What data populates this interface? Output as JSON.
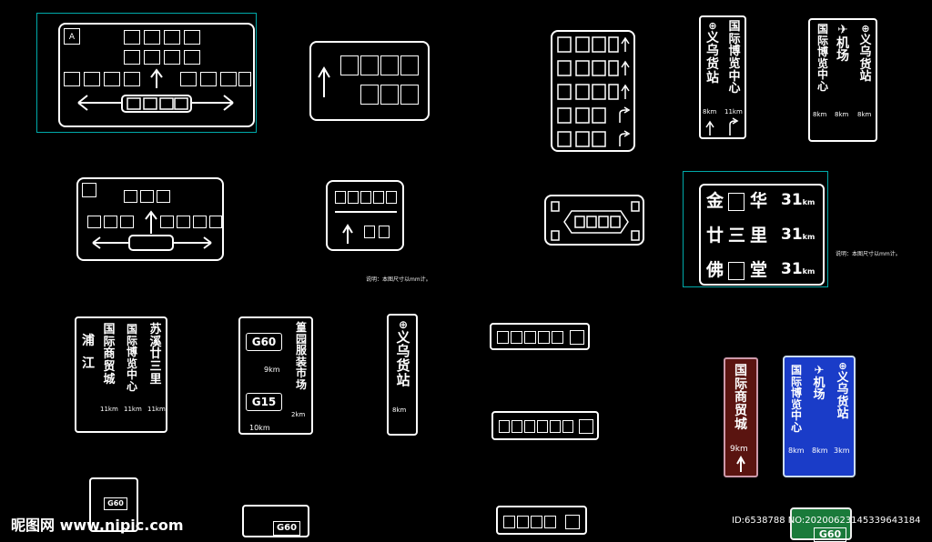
{
  "colors": {
    "background": "#000000",
    "line": "#ffffff",
    "dimension": "#00c8c8",
    "brown_sign": "#5a1410",
    "blue_sign": "#1a3cc8",
    "green_sign": "#1a7a3a"
  },
  "sign_a": {
    "corner": "A"
  },
  "vertical_yiwu": {
    "chars": [
      "义",
      "乌",
      "货",
      "站"
    ],
    "dist": "8km"
  },
  "vertical_expo": {
    "col1": [
      "国",
      "际",
      "博",
      "览",
      "中",
      "心"
    ],
    "col1_dist": "11km",
    "col2": [
      "义",
      "乌",
      "货",
      "站"
    ],
    "col2_dist": "8km",
    "col3": [
      "机",
      "场"
    ],
    "col3_dist": "8km"
  },
  "dist_sign": {
    "rows": [
      {
        "a": "金",
        "b": "华",
        "num": "31",
        "unit": "km"
      },
      {
        "a": "廿",
        "b": "三",
        "c": "里",
        "num": "31",
        "unit": "km"
      },
      {
        "a": "佛",
        "b": "堂",
        "num": "31",
        "unit": "km"
      }
    ]
  },
  "notes": {
    "unit": "说明：本图尺寸以mm计。"
  },
  "four_col": {
    "c1": [
      "浦",
      "江"
    ],
    "c2": [
      "国",
      "际",
      "商",
      "贸",
      "城"
    ],
    "c2_dist": "11km",
    "c3": [
      "国",
      "际",
      "博",
      "览",
      "中",
      "心"
    ],
    "c3_dist": "11km",
    "c4": [
      "苏",
      "溪",
      "廿",
      "三",
      "里"
    ],
    "c4_dist": "11km"
  },
  "g60_sign": {
    "route1": "G60",
    "dist1": "9km",
    "route2": "G15",
    "dist2": "10km",
    "right_col": [
      "篁",
      "园",
      "服",
      "装",
      "市",
      "场"
    ],
    "right_dist": "2km"
  },
  "narrow_sign": {
    "chars": [
      "义",
      "乌",
      "货",
      "站"
    ],
    "dist": "8km"
  },
  "brown": {
    "chars": [
      "国",
      "际",
      "商",
      "贸",
      "城"
    ],
    "dist": "9km"
  },
  "blue": {
    "c1": [
      "国",
      "际",
      "博",
      "览",
      "中",
      "心"
    ],
    "c1_dist": "8km",
    "c2": [
      "机",
      "场"
    ],
    "c2_dist": "8km",
    "c3": [
      "义",
      "乌",
      "货",
      "站"
    ],
    "c3_dist": "3km"
  },
  "bottom": {
    "route_small": "G60",
    "route_green": "G60"
  },
  "watermark": {
    "left": "昵图网 www.nipic.com",
    "right": "ID:6538788 NO:20200623145339643184"
  }
}
